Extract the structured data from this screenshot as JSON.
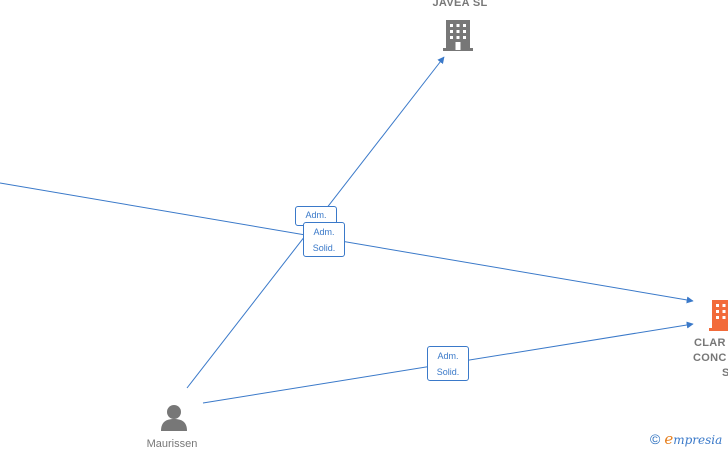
{
  "nodes": {
    "javea": {
      "label": "JAVEA SL",
      "type": "company",
      "color": "#777777"
    },
    "clar": {
      "label_lines": [
        "CLAR",
        "CONC",
        "S"
      ],
      "type": "company",
      "color": "#f26b3a"
    },
    "person": {
      "label": "Maurissen",
      "type": "person",
      "color": "#777777"
    }
  },
  "edges": {
    "e1": {
      "label": "Adm."
    },
    "e2": {
      "label_lines": [
        "Adm.",
        "Solid."
      ]
    },
    "e3": {
      "label_lines": [
        "Adm.",
        "Solid."
      ]
    }
  },
  "colors": {
    "edge": "#3a79c9",
    "node_gray": "#777777",
    "node_orange": "#f26b3a"
  },
  "brand": {
    "symbol": "©",
    "initial": "e",
    "rest": "mpresia"
  }
}
